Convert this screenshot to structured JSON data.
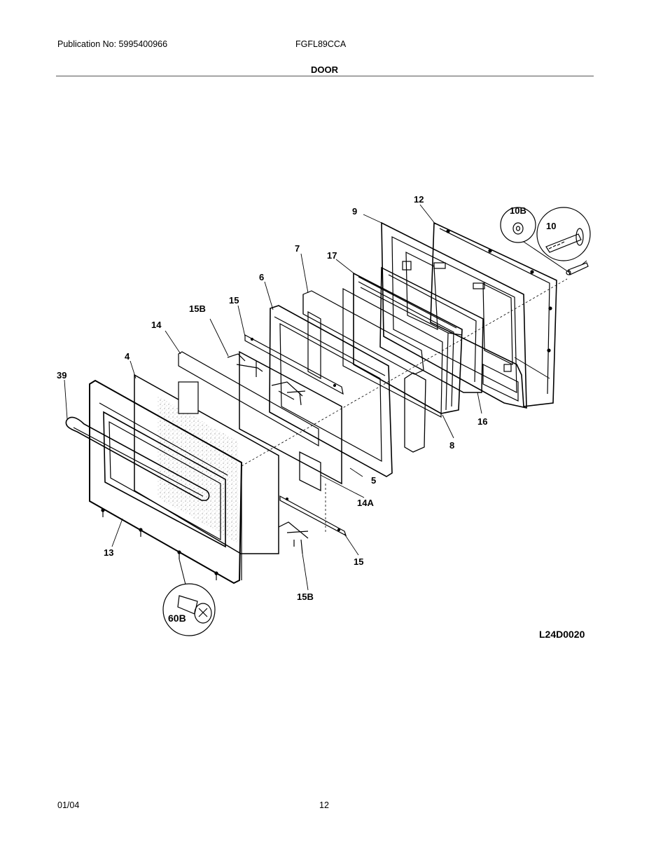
{
  "header": {
    "publication": "Publication No: 5995400966",
    "model": "FGFL89CCA",
    "section": "DOOR"
  },
  "diagram": {
    "drawing_id": "L24D0020",
    "callouts": [
      "12",
      "9",
      "10B",
      "10",
      "7",
      "17",
      "6",
      "15",
      "15B",
      "14",
      "4",
      "39",
      "16",
      "8",
      "5",
      "14A",
      "13",
      "15",
      "15B",
      "60B"
    ]
  },
  "footer": {
    "date": "01/04",
    "page": "12"
  }
}
